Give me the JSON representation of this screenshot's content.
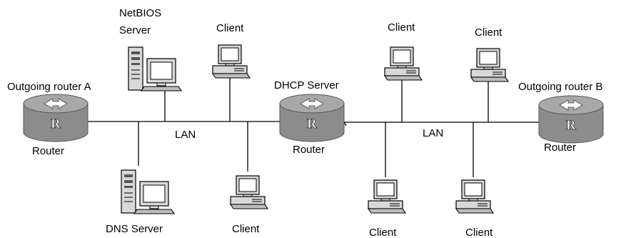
{
  "labels": {
    "outgoing_router_a": "Outgoing router  A",
    "outgoing_router_b": "Outgoing router  B",
    "netbios_server_line1": "NetBIOS",
    "netbios_server_line2": "Server",
    "dhcp_server": "DHCP Server",
    "dns_server": "DNS Server",
    "lan_left": "LAN",
    "lan_right": "LAN",
    "router_left": "Router",
    "router_center": "Router",
    "router_right": "Router",
    "client_top_1": "Client",
    "client_top_2": "Client",
    "client_top_3": "Client",
    "client_bottom_1": "Client",
    "client_bottom_2": "Client",
    "client_bottom_3": "Client"
  },
  "router_emblem": "R",
  "colors": {
    "router_body": "#8c8c8c",
    "router_top": "#a8a8a8",
    "device_fill": "#d8d8d8",
    "screen_fill": "#ffffff",
    "line": "#000000"
  }
}
